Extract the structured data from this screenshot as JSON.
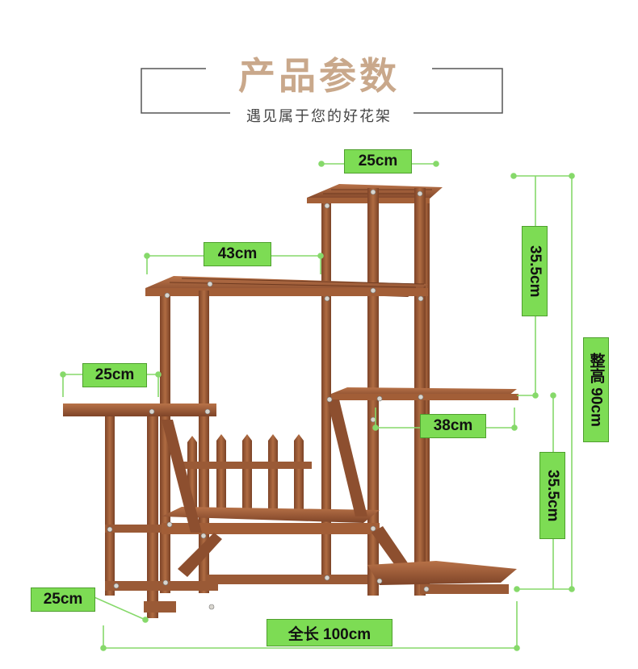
{
  "header": {
    "title": "产品参数",
    "subtitle": "遇见属于您的好花架"
  },
  "dimensions": {
    "top_width": "25cm",
    "middle_width": "43cm",
    "left_shelf_width": "25cm",
    "right_shelf_width": "38cm",
    "upper_height": "35.5cm",
    "lower_height": "35.5cm",
    "total_height": "整高 90cm",
    "depth": "25cm",
    "total_length": "全长 100cm"
  },
  "colors": {
    "label_green": "#7ddc54",
    "guide_green": "#86d96a",
    "wood": "#9a5a36",
    "title_tan": "#c9a88b"
  }
}
